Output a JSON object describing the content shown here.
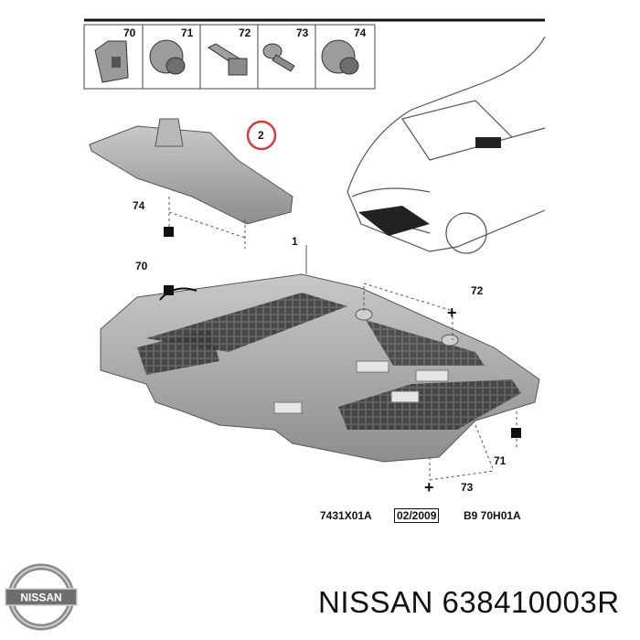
{
  "parts_strip": {
    "labels": [
      "70",
      "71",
      "72",
      "73",
      "74"
    ]
  },
  "callouts": {
    "c1": "1",
    "c2": "2",
    "c70": "70",
    "c71": "71",
    "c72": "72",
    "c73": "73",
    "c74": "74"
  },
  "references": {
    "code": "7431X01A",
    "date": "02/2009",
    "plate": "B9 70H01A"
  },
  "logo": {
    "text": "NISSAN"
  },
  "caption": {
    "text": "NISSAN 638410003R"
  },
  "colors": {
    "accent_circle": "#d63a3a",
    "part_fill": "#a8a8a8",
    "part_dark": "#4a4a4a"
  }
}
